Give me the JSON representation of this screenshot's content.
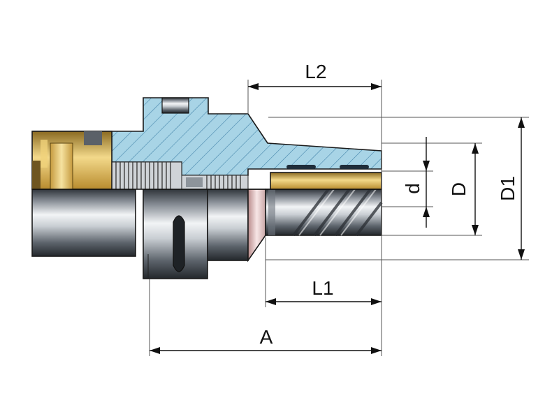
{
  "labels": {
    "L2": "L2",
    "L1": "L1",
    "A": "A",
    "d": "d",
    "D": "D",
    "D1": "D1"
  },
  "colors": {
    "section_fill": "#a8d4e6",
    "hatch": "#3d7fa6",
    "brass": "#d9b45a",
    "steel_dark": "#3a3f45",
    "steel_light": "#e6e9ec",
    "background": "#ffffff"
  }
}
